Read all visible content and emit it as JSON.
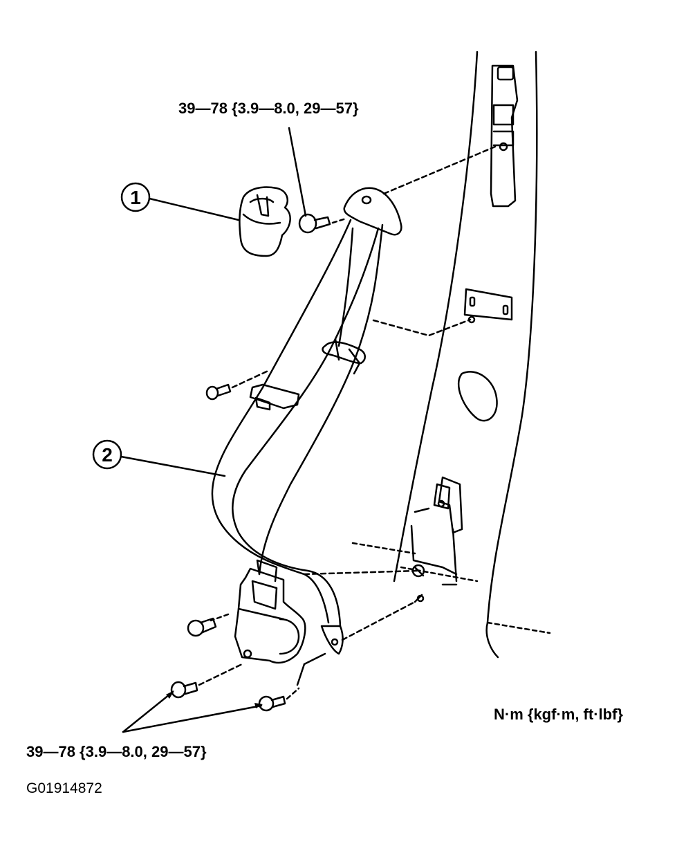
{
  "torque_top": "39—78 {3.9—8.0, 29—57}",
  "torque_bottom": "39—78 {3.9—8.0, 29—57}",
  "units": "N·m {kgf·m, ft·lbf}",
  "figure_code": "G01914872",
  "callouts": [
    "1",
    "2"
  ]
}
